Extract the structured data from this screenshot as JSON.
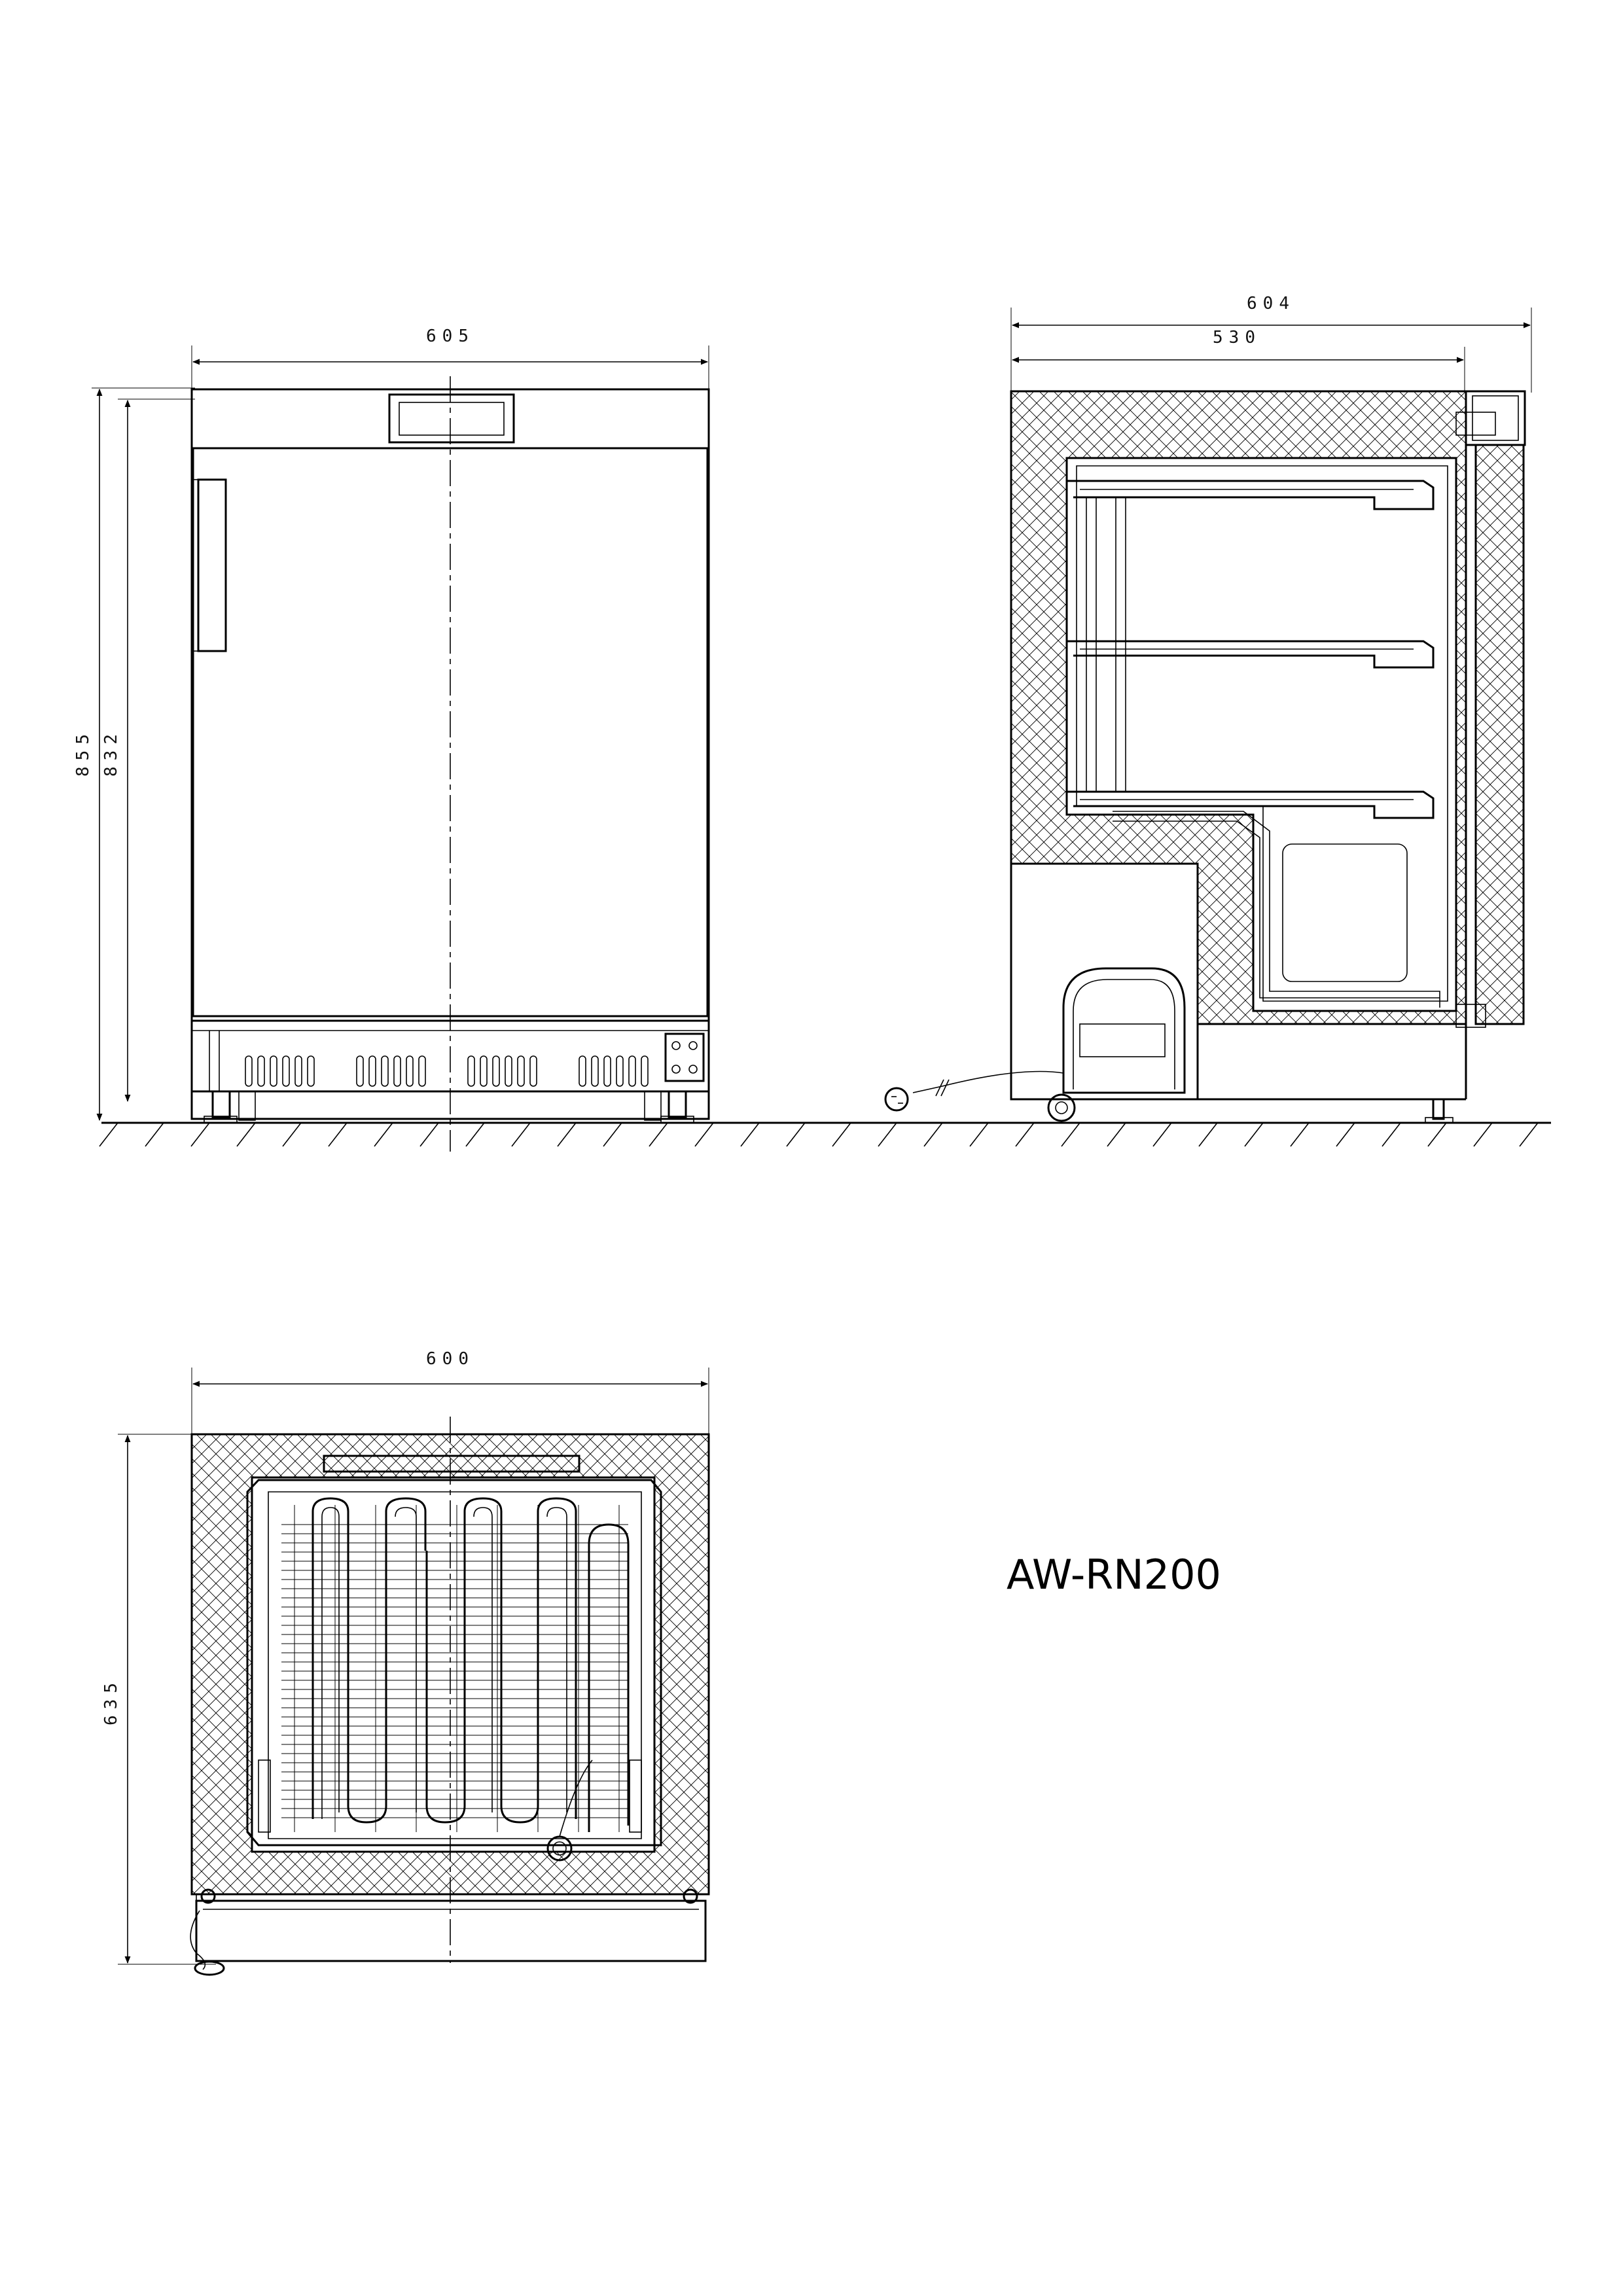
{
  "model_label": "AW-RN200",
  "front_view": {
    "width_label": "605",
    "height_outer_label": "855",
    "height_inner_label": "832"
  },
  "side_view": {
    "depth_outer_label": "604",
    "depth_inner_label": "530"
  },
  "top_view": {
    "width_label": "600",
    "depth_label": "635"
  }
}
